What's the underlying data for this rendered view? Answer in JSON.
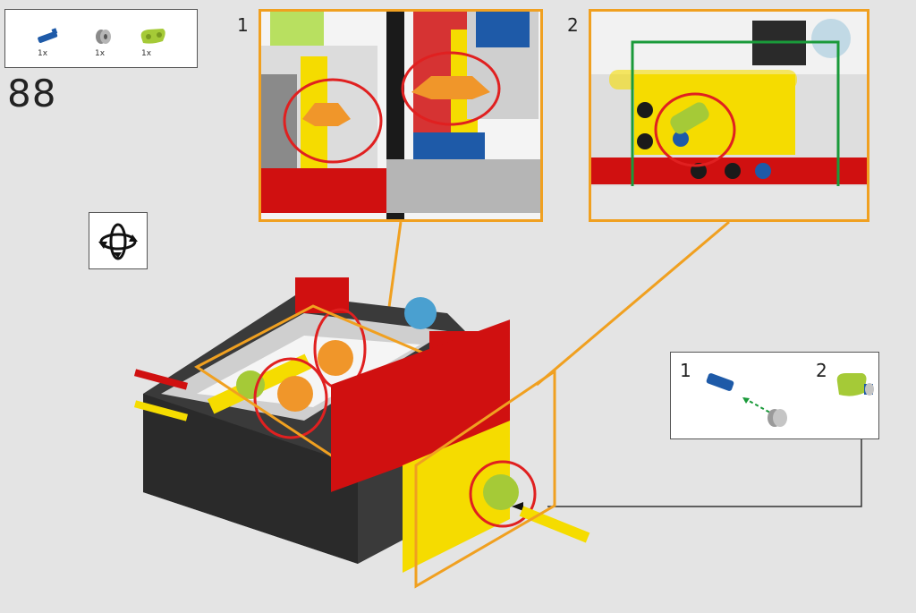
{
  "step": {
    "number": "88"
  },
  "parts_list": [
    {
      "icon": "blue-axle-pin-icon",
      "qty": "1x"
    },
    {
      "icon": "gray-bush-icon",
      "qty": "1x"
    },
    {
      "icon": "lime-beam-connector-icon",
      "qty": "1x"
    }
  ],
  "callouts": [
    {
      "label": "1"
    },
    {
      "label": "2"
    }
  ],
  "sub_step": {
    "items": [
      {
        "label": "1"
      },
      {
        "label": "2"
      }
    ]
  },
  "rotate_icon": "rotate-model-icon",
  "colors": {
    "callout_frame": "#f0a020",
    "highlight_circle": "#e02020",
    "green_frame": "#1a9a3a"
  }
}
